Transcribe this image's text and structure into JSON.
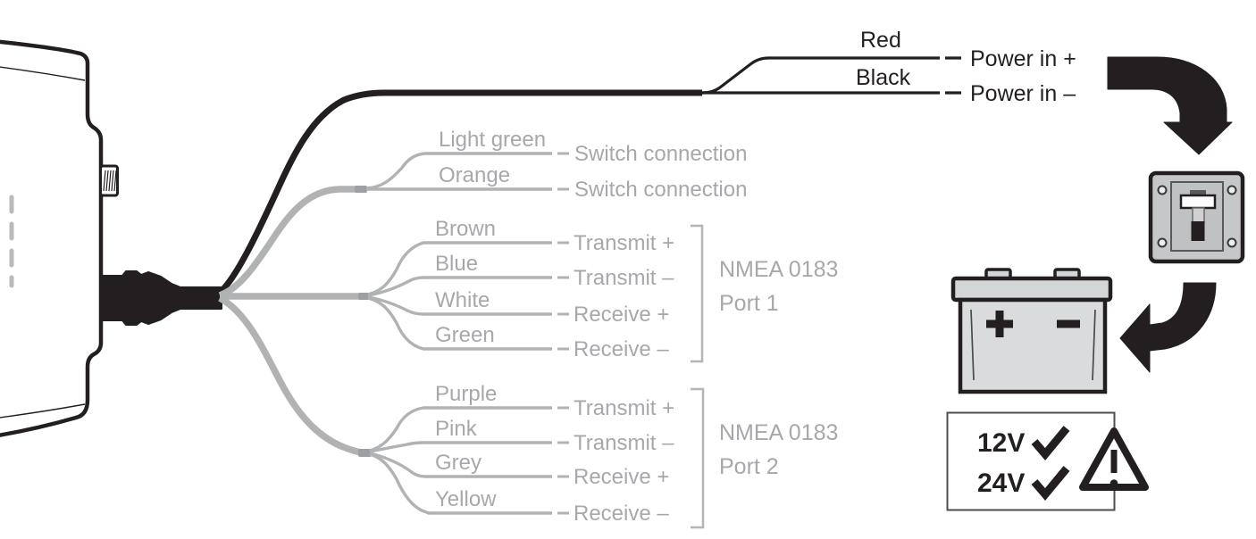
{
  "diagram_title": "power-cable-wiring-diagram",
  "power_group": {
    "rows": [
      {
        "wire": "Red",
        "label": "Power in +"
      },
      {
        "wire": "Black",
        "label": "Power in –"
      }
    ]
  },
  "switch_group": {
    "rows": [
      {
        "wire": "Light green",
        "label": "Switch connection"
      },
      {
        "wire": "Orange",
        "label": "Switch connection"
      }
    ]
  },
  "port1": {
    "title_line1": "NMEA 0183",
    "title_line2": "Port 1",
    "rows": [
      {
        "wire": "Brown",
        "label": "Transmit +"
      },
      {
        "wire": "Blue",
        "label": "Transmit –"
      },
      {
        "wire": "White",
        "label": "Receive +"
      },
      {
        "wire": "Green",
        "label": "Receive –"
      }
    ]
  },
  "port2": {
    "title_line1": "NMEA 0183",
    "title_line2": "Port 2",
    "rows": [
      {
        "wire": "Purple",
        "label": "Transmit +"
      },
      {
        "wire": "Pink",
        "label": "Transmit –"
      },
      {
        "wire": "Grey",
        "label": "Receive +"
      },
      {
        "wire": "Yellow",
        "label": "Receive –"
      }
    ]
  },
  "voltage_box": {
    "rows": [
      {
        "label": "12V",
        "checked": true
      },
      {
        "label": "24V",
        "checked": true
      }
    ]
  },
  "battery": {
    "positive_symbol": "+",
    "negative_symbol": "–"
  },
  "warning": {
    "symbol": "!"
  },
  "icons": [
    "curved-arrow-down",
    "curved-arrow-left",
    "toggle-switch",
    "battery",
    "warning-triangle",
    "check-mark"
  ],
  "colors": {
    "ink_black": "#231f20",
    "wire_gray": "#b1b2b4",
    "text_gray": "#a6a8ab",
    "panel_gray": "#c6c7c9",
    "battery_gray": "#d8d9db"
  }
}
